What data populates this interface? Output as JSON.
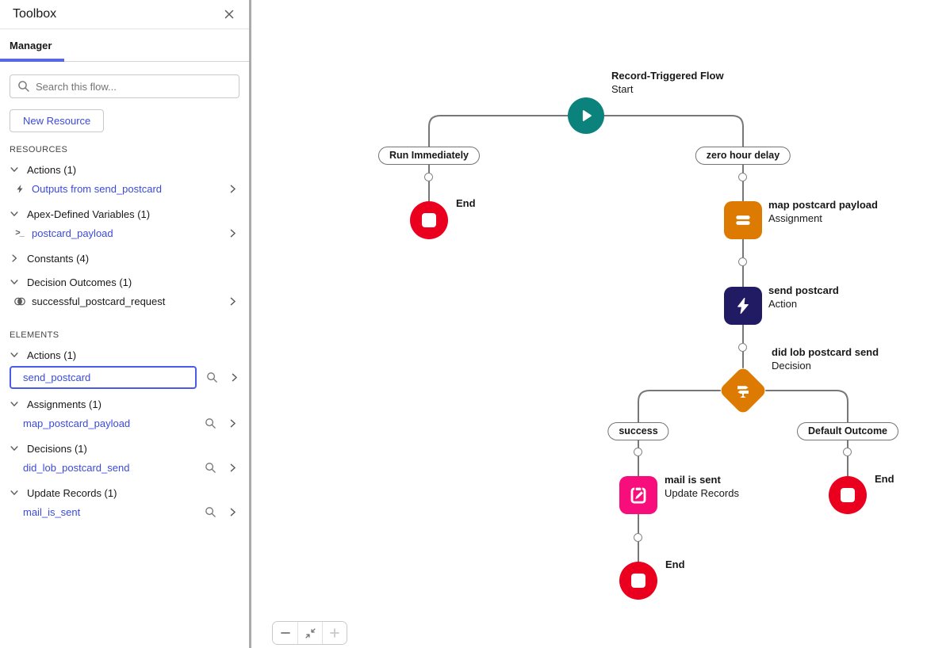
{
  "sidebar": {
    "title": "Toolbox",
    "tab": "Manager",
    "search_placeholder": "Search this flow...",
    "new_resource_label": "New Resource",
    "resources_header": "RESOURCES",
    "elements_header": "ELEMENTS",
    "resources": [
      {
        "label": "Actions (1)",
        "expanded": true,
        "items": [
          {
            "icon": "lightning-icon",
            "label": "Outputs from send_postcard"
          }
        ]
      },
      {
        "label": "Apex-Defined Variables (1)",
        "expanded": true,
        "items": [
          {
            "icon": "apex-icon",
            "label": "postcard_payload"
          }
        ]
      },
      {
        "label": "Constants (4)",
        "expanded": false,
        "items": []
      },
      {
        "label": "Decision Outcomes (1)",
        "expanded": true,
        "items": [
          {
            "icon": "outcome-icon",
            "label": "successful_postcard_request"
          }
        ]
      }
    ],
    "elements": [
      {
        "label": "Actions (1)",
        "items": [
          {
            "label": "send_postcard",
            "selected": true
          }
        ]
      },
      {
        "label": "Assignments (1)",
        "items": [
          {
            "label": "map_postcard_payload"
          }
        ]
      },
      {
        "label": "Decisions (1)",
        "items": [
          {
            "label": "did_lob_postcard_send"
          }
        ]
      },
      {
        "label": "Update Records (1)",
        "items": [
          {
            "label": "mail_is_sent"
          }
        ]
      }
    ]
  },
  "canvas": {
    "start": {
      "title": "Record-Triggered Flow",
      "subtitle": "Start"
    },
    "pills": {
      "run": "Run Immediately",
      "delay": "zero hour delay",
      "success": "success",
      "default_outcome": "Default Outcome"
    },
    "nodes": {
      "assignment": {
        "title": "map postcard payload",
        "type": "Assignment"
      },
      "action": {
        "title": "send postcard",
        "type": "Action"
      },
      "decision": {
        "title": "did lob postcard send",
        "type": "Decision"
      },
      "update": {
        "title": "mail is sent",
        "type": "Update Records"
      }
    },
    "end_label": "End"
  },
  "colors": {
    "start_teal": "#0B827C",
    "end_red": "#EA001E",
    "element_orange": "#DD7A01",
    "action_navy": "#211B63",
    "update_pink": "#F80D7C",
    "link": "#3B4ADB",
    "underline": "#5867E8",
    "selection_blue": "#4A5BE8",
    "line": "#777777",
    "pill_border": "#747474",
    "border": "#C9C9C9",
    "text": "#181818",
    "muted": "#747474",
    "header_gray": "#444444",
    "panel_divider": "#ABABAB"
  }
}
